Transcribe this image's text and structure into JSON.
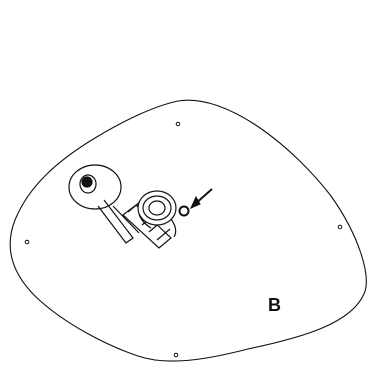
{
  "diagram": {
    "label": "B",
    "stroke_color": "#111111",
    "background_color": "#ffffff",
    "elements": [
      "plate-outline",
      "screw-holes",
      "pivot-bracket",
      "threaded-fitting",
      "marked-hole",
      "pointer-arrow"
    ]
  }
}
